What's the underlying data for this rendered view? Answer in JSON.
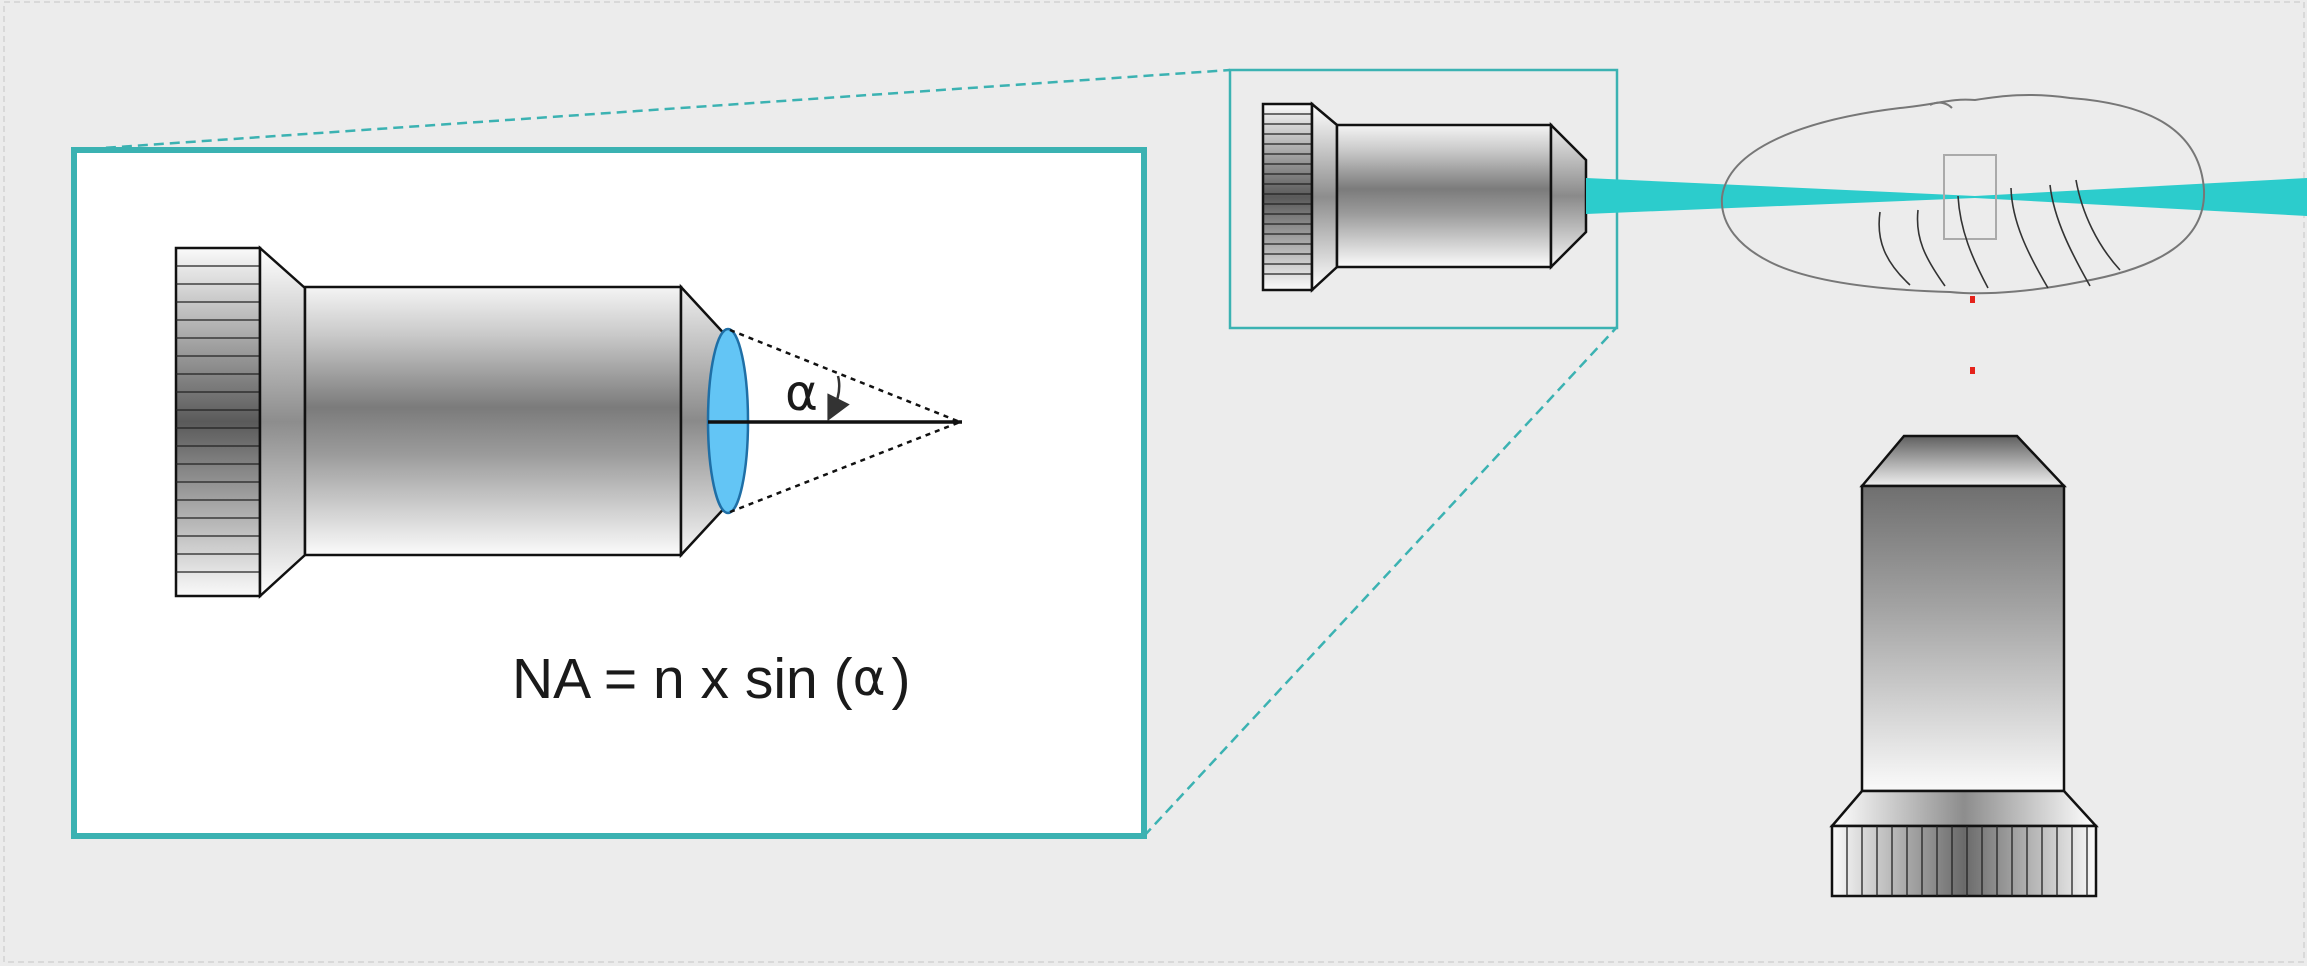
{
  "diagram": {
    "formula": {
      "prefix": "NA = n x sin (",
      "symbol": "α",
      "suffix": ")"
    },
    "angle_label": "α",
    "colors": {
      "background": "#ececec",
      "highlight_teal": "#3bb2b2",
      "light_beam": "#2ccccc",
      "lens_blue": "#63c5f5",
      "focus_dots": "#e5231b",
      "outline": "#111111"
    }
  }
}
